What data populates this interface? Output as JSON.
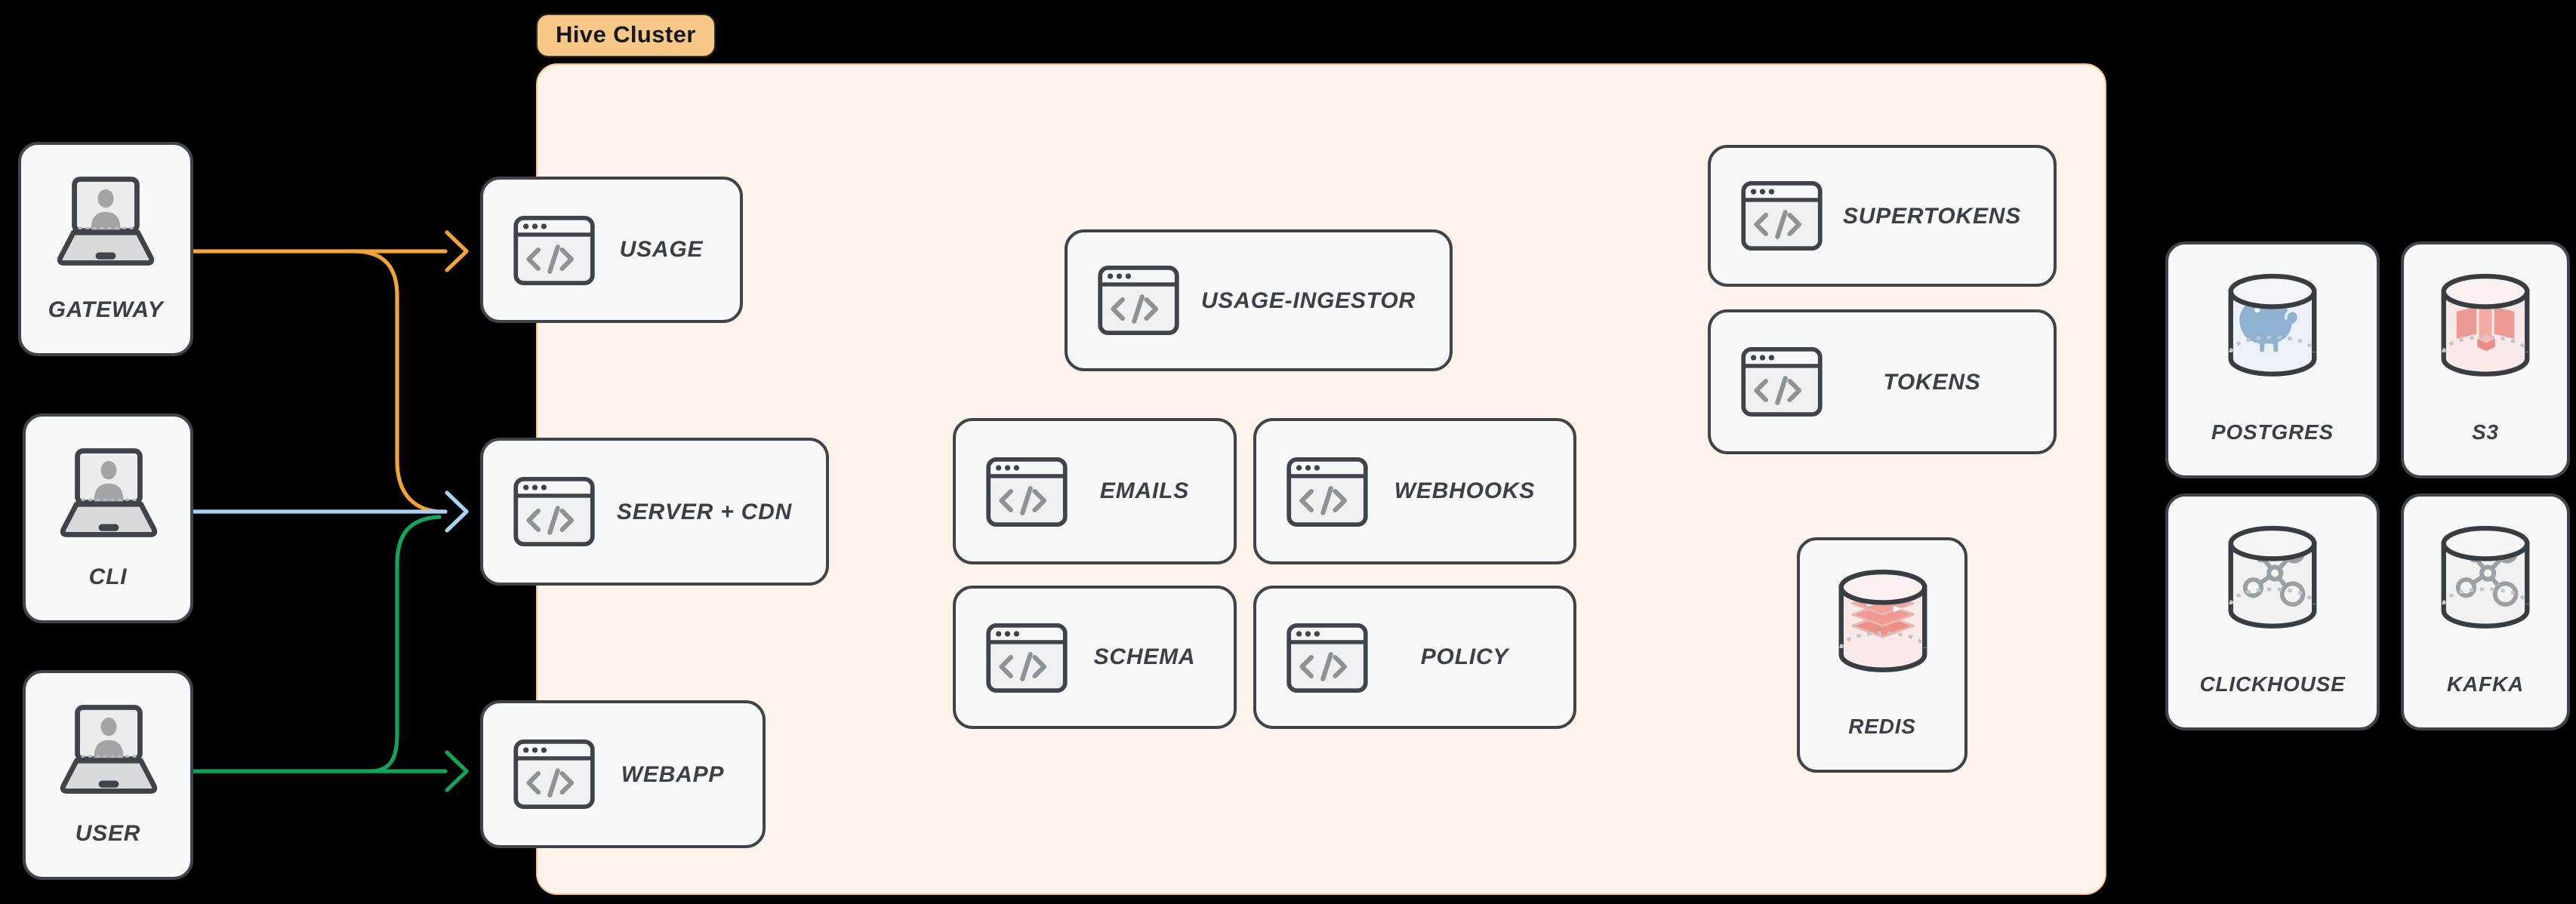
{
  "canvas": {
    "background": "#000000"
  },
  "cluster": {
    "label": "Hive Cluster",
    "fill": "#fdf3ea",
    "border": "#f5c48e",
    "label_bg": "#f7c787",
    "label_text": "#16181b"
  },
  "colors": {
    "node_fill": "#f7f8f8",
    "node_border": "#3e4449",
    "label_text": "#3a4045",
    "icon_gray": "#8d9296",
    "arrow_orange": "#f4a337",
    "arrow_blue": "#a9d3f3",
    "arrow_green": "#0fa55b"
  },
  "actors": [
    {
      "id": "gateway",
      "label": "GATEWAY",
      "icon": "laptop-user-icon"
    },
    {
      "id": "cli",
      "label": "CLI",
      "icon": "laptop-user-icon"
    },
    {
      "id": "user",
      "label": "USER",
      "icon": "laptop-user-icon"
    }
  ],
  "services": [
    {
      "id": "usage",
      "label": "USAGE",
      "icon": "code-window-icon"
    },
    {
      "id": "server_cdn",
      "label": "SERVER + CDN",
      "icon": "code-window-icon"
    },
    {
      "id": "webapp",
      "label": "WEBAPP",
      "icon": "code-window-icon"
    },
    {
      "id": "usage_ingestor",
      "label": "USAGE-INGESTOR",
      "icon": "code-window-icon"
    },
    {
      "id": "emails",
      "label": "EMAILS",
      "icon": "code-window-icon"
    },
    {
      "id": "webhooks",
      "label": "WEBHOOKS",
      "icon": "code-window-icon"
    },
    {
      "id": "schema",
      "label": "SCHEMA",
      "icon": "code-window-icon"
    },
    {
      "id": "policy",
      "label": "POLICY",
      "icon": "code-window-icon"
    },
    {
      "id": "supertokens",
      "label": "SUPERTOKENS",
      "icon": "code-window-icon"
    },
    {
      "id": "tokens",
      "label": "TOKENS",
      "icon": "code-window-icon"
    }
  ],
  "databases": [
    {
      "id": "redis",
      "label": "REDIS",
      "icon": "redis-database-icon",
      "logo": "redis",
      "cyl_fill": "#f9e9e9",
      "cyl_top": "#fbf1f1"
    },
    {
      "id": "postgres",
      "label": "POSTGRES",
      "icon": "postgres-database-icon",
      "logo": "postgres",
      "cyl_fill": "#edf1f8",
      "cyl_top": "#f3f6fb"
    },
    {
      "id": "s3",
      "label": "S3",
      "icon": "s3-database-icon",
      "logo": "s3",
      "cyl_fill": "#f9e9e9",
      "cyl_top": "#fbf1f1"
    },
    {
      "id": "clickhouse",
      "label": "CLICKHOUSE",
      "icon": "clickhouse-database-icon",
      "logo": "molecule",
      "cyl_fill": "#f1f1f1",
      "cyl_top": "#f6f6f6"
    },
    {
      "id": "kafka",
      "label": "KAFKA",
      "icon": "kafka-database-icon",
      "logo": "molecule",
      "cyl_fill": "#f1f1f1",
      "cyl_top": "#f6f6f6"
    }
  ],
  "edges": [
    {
      "from": "GATEWAY",
      "to": "USAGE",
      "color_key": "arrow_orange"
    },
    {
      "from": "GATEWAY",
      "to": "SERVER + CDN",
      "color_key": "arrow_orange"
    },
    {
      "from": "CLI",
      "to": "SERVER + CDN",
      "color_key": "arrow_blue"
    },
    {
      "from": "USER",
      "to": "SERVER + CDN",
      "color_key": "arrow_green"
    },
    {
      "from": "USER",
      "to": "WEBAPP",
      "color_key": "arrow_green"
    }
  ]
}
